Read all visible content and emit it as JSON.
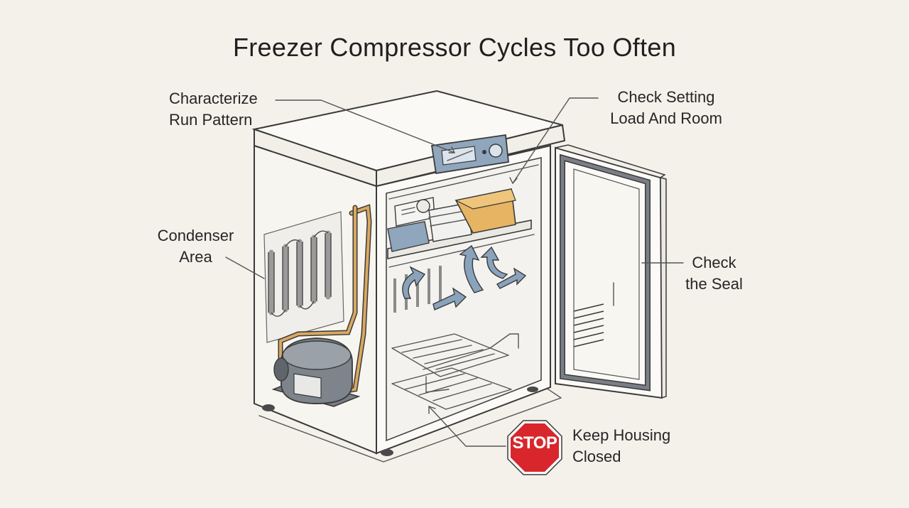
{
  "title": "Freezer Compressor Cycles Too Often",
  "callouts": {
    "characterize": {
      "line1": "Characterize",
      "line2": "Run Pattern"
    },
    "check_setting": {
      "line1": "Check Setting",
      "line2": "Load And Room"
    },
    "condenser": {
      "line1": "Condenser",
      "line2": "Area"
    },
    "seal": {
      "line1": "Check",
      "line2": "the Seal"
    },
    "housing": {
      "line1": "Keep Housing",
      "line2": "Closed"
    }
  },
  "stop_sign": {
    "text": "STOP",
    "color": "#d8262c"
  },
  "colors": {
    "background": "#f4f1ea",
    "cabinet": "#fbfaf6",
    "control_panel": "#8fa6bd",
    "compressor": "#6f757c",
    "refrigerant_line": "#d9a860",
    "airflow_arrows": "#8aa3bd",
    "food_box": "#e6b463"
  }
}
